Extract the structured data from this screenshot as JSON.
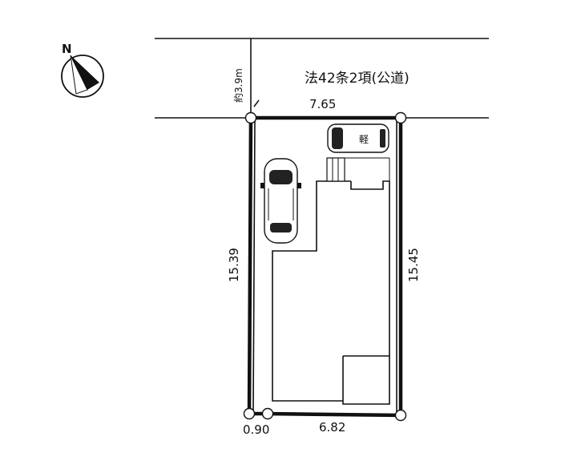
{
  "compass": {
    "label": "N",
    "icon": "north-arrow-icon"
  },
  "road": {
    "label": "法42条2項(公道)",
    "width_label": "約3.9m"
  },
  "dimensions": {
    "top": "7.65",
    "left": "15.39",
    "right": "15.45",
    "bottom": "6.82",
    "bottom_left_offset": "0.90"
  },
  "parking": {
    "kei_car_label": "軽",
    "kei_car_icon": "kei-car-icon",
    "car_icon": "car-icon"
  }
}
